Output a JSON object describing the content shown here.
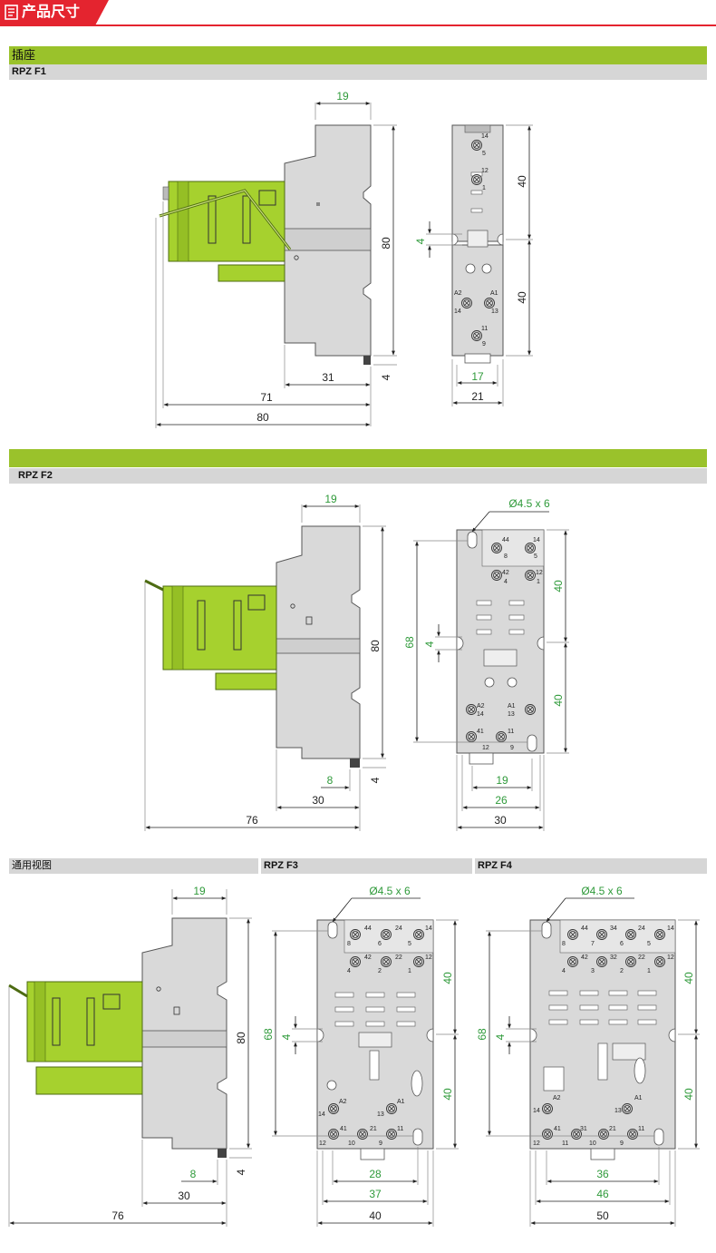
{
  "header": {
    "title": "产品尺寸"
  },
  "sections": {
    "socket": {
      "label": "插座",
      "model": "RPZ F1"
    },
    "f2": {
      "model": "RPZ F2"
    },
    "general": {
      "label": "通用视图"
    },
    "f3": {
      "model": "RPZ F3"
    },
    "f4": {
      "model": "RPZ F4"
    }
  },
  "dims": {
    "f1": {
      "top": "19",
      "height": "80",
      "right_height": "40",
      "right_height2": "40",
      "slot": "4",
      "foot": "4",
      "d31": "31",
      "d71": "71",
      "d80": "80",
      "w17": "17",
      "w21": "21"
    },
    "f2": {
      "top": "19",
      "height": "80",
      "foot": "4",
      "d8": "8",
      "d30": "30",
      "d76": "76",
      "hole": "Ø4.5 x 6",
      "h68": "68",
      "slot": "4",
      "h40a": "40",
      "h40b": "40",
      "w19": "19",
      "w26": "26",
      "w30": "30"
    },
    "gen": {
      "top": "19",
      "height": "80",
      "foot": "4",
      "d8": "8",
      "d30": "30",
      "d76": "76"
    },
    "f3": {
      "hole": "Ø4.5 x 6",
      "h68": "68",
      "slot": "4",
      "h40a": "40",
      "h40b": "40",
      "w28": "28",
      "w37": "37",
      "w40": "40"
    },
    "f4": {
      "hole": "Ø4.5 x 6",
      "h68": "68",
      "slot": "4",
      "h40a": "40",
      "h40b": "40",
      "w36": "36",
      "w46": "46",
      "w50": "50"
    }
  },
  "terminals": {
    "f1": [
      "14",
      "5",
      "12",
      "1",
      "A2",
      "A1",
      "14",
      "13",
      "11",
      "9"
    ],
    "f2": [
      "44",
      "8",
      "14",
      "5",
      "42",
      "4",
      "12",
      "1",
      "A2",
      "14",
      "A1",
      "13",
      "41",
      "11",
      "12",
      "9"
    ],
    "f3": [
      "44",
      "24",
      "14",
      "8",
      "6",
      "5",
      "42",
      "22",
      "12",
      "4",
      "2",
      "1",
      "A2",
      "14",
      "A1",
      "13",
      "41",
      "21",
      "11",
      "12",
      "10",
      "9"
    ],
    "f4": [
      "44",
      "34",
      "24",
      "14",
      "8",
      "7",
      "6",
      "5",
      "42",
      "32",
      "22",
      "12",
      "4",
      "3",
      "2",
      "1",
      "A2",
      "14",
      "A1",
      "13",
      "41",
      "31",
      "21",
      "11",
      "12",
      "11",
      "10",
      "9"
    ]
  },
  "colors": {
    "accent_red": "#e4242f",
    "band_green": "#9ac22b",
    "relay_green": "#a6d12e",
    "dim_green": "#2f9a3a",
    "housing_gray": "#d9d9d9"
  }
}
